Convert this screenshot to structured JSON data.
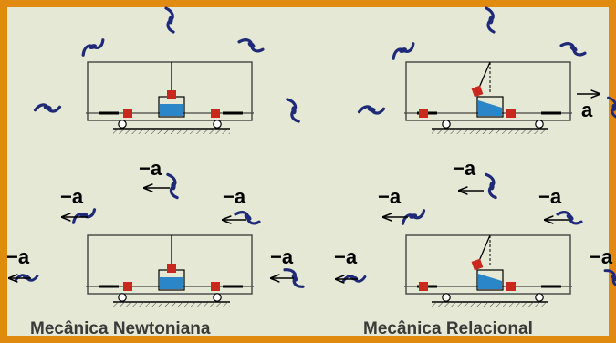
{
  "colors": {
    "frame": "#e08a10",
    "background": "#e5e8d4",
    "galaxy": "#1e2a78",
    "block": "#c8281e",
    "water": "#2a86c8",
    "line": "#444444"
  },
  "captions": {
    "left": "Mecânica Newtoniana",
    "right": "Mecânica Relacional"
  },
  "labels": {
    "accel": "a",
    "neg_accel": "−a"
  },
  "icons": [
    "galaxy-icon",
    "arrow-right-icon",
    "arrow-left-icon"
  ]
}
